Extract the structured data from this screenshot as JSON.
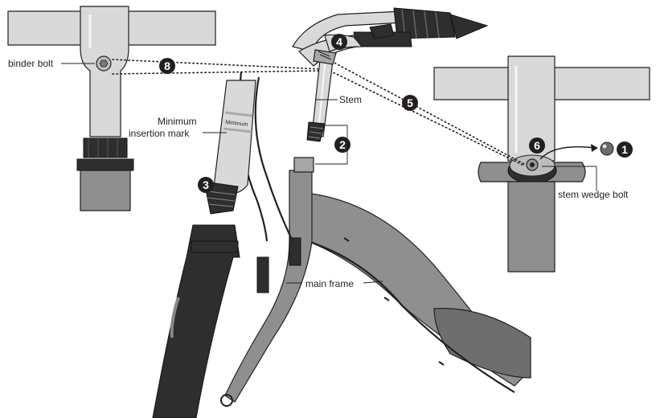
{
  "labels": {
    "binder_bolt": "binder bolt",
    "minimum_insertion_line1": "Minimum",
    "minimum_insertion_line2": "insertion mark",
    "stem": "Stem",
    "main_frame": "main frame",
    "stem_wedge_bolt": "stem wedge bolt",
    "minimum_printed": "Minimum"
  },
  "callouts": {
    "n1": "1",
    "n2": "2",
    "n3": "3",
    "n4": "4",
    "n5": "5",
    "n6": "6",
    "n8": "8"
  },
  "colors": {
    "ink": "#231f20",
    "frame_gray": "#8f8f8f",
    "metal_light": "#d9d9d9",
    "grip_black": "#2e2e2e",
    "background": "#ffffff"
  }
}
